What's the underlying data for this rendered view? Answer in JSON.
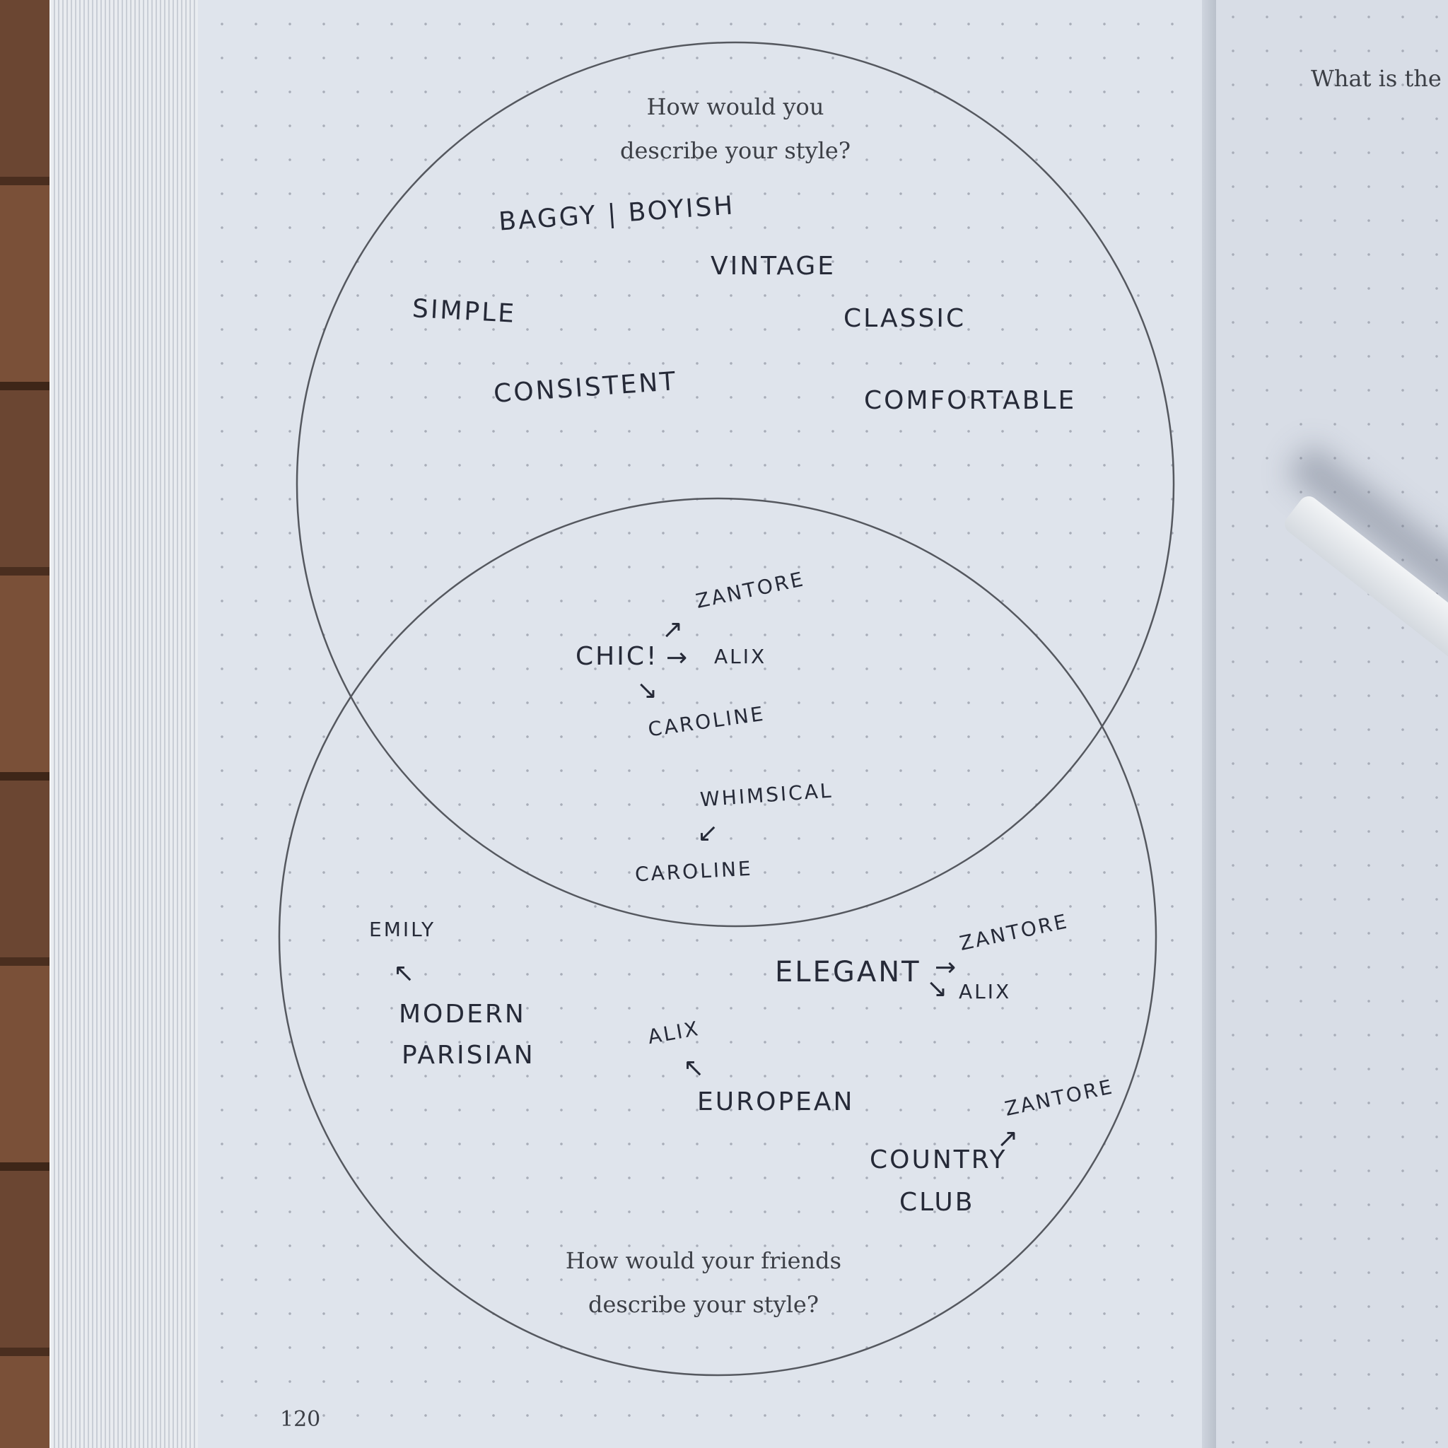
{
  "left_page": {
    "top_prompt_line1": "How would you",
    "top_prompt_line2": "describe your style?",
    "bottom_prompt_line1": "How would your friends",
    "bottom_prompt_line2": "describe your style?",
    "page_number": "120"
  },
  "right_page": {
    "heading_fragment": "What is the"
  },
  "self_description": {
    "words": [
      "BAGGY | BOYISH",
      "VINTAGE",
      "SIMPLE",
      "CLASSIC",
      "CONSISTENT",
      "COMFORTABLE"
    ]
  },
  "overlap": {
    "chic": "CHIC!",
    "chic_targets": [
      "ZANTORE",
      "ALIX",
      "CAROLINE"
    ],
    "whimsical": "WHIMSICAL",
    "whimsical_target": "CAROLINE"
  },
  "friends_description": {
    "modern_parisian_line1": "MODERN",
    "modern_parisian_line2": "PARISIAN",
    "modern_parisian_by": "EMILY",
    "european": "EUROPEAN",
    "european_by": "ALIX",
    "elegant": "ELEGANT",
    "elegant_by": [
      "ZANTORE",
      "ALIX"
    ],
    "country_club_line1": "COUNTRY",
    "country_club_line2": "CLUB",
    "country_club_by": "ZANTORE"
  },
  "arrows": {
    "right": "→",
    "down_right": "↘",
    "up_right": "↗",
    "down_left": "↙",
    "up_left": "↖"
  }
}
